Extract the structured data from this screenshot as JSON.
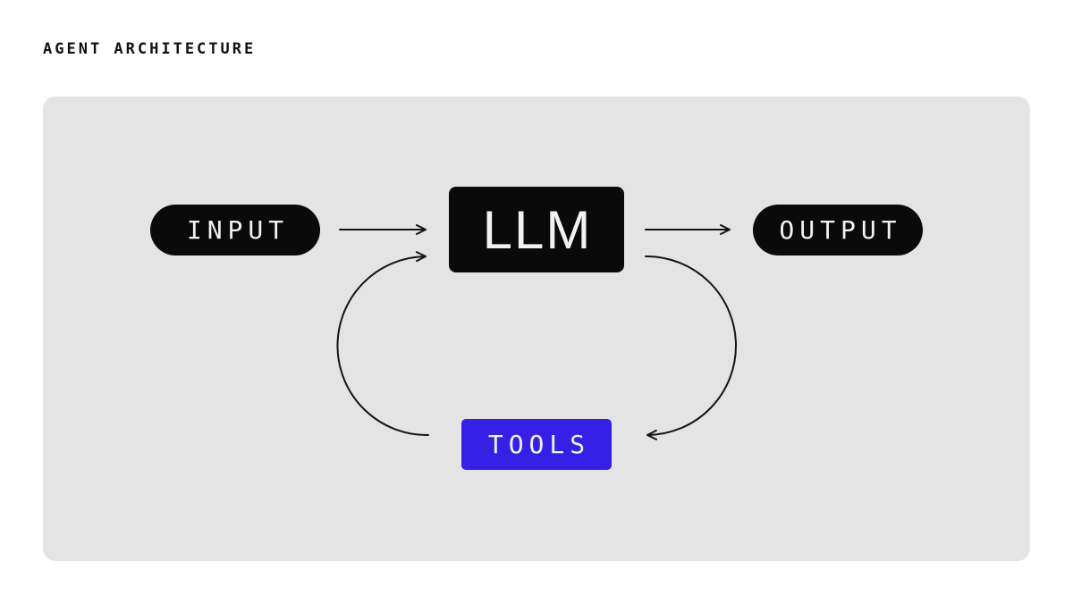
{
  "title": "AGENT ARCHITECTURE",
  "diagram": {
    "nodes": {
      "input": {
        "label": "INPUT",
        "shape": "pill"
      },
      "llm": {
        "label": "LLM",
        "shape": "rect"
      },
      "output": {
        "label": "OUTPUT",
        "shape": "pill"
      },
      "tools": {
        "label": "TOOLS",
        "shape": "rect"
      }
    },
    "edges": [
      {
        "from": "input",
        "to": "llm",
        "style": "straight-arrow"
      },
      {
        "from": "llm",
        "to": "output",
        "style": "straight-arrow"
      },
      {
        "from": "tools",
        "to": "llm",
        "style": "curved-arrow"
      },
      {
        "from": "llm",
        "to": "tools",
        "style": "curved-arrow"
      }
    ],
    "colors": {
      "panel": "#e4e4e4",
      "node": "#0a0a0a",
      "node-text": "#f2f2f2",
      "accent": "#3620e8",
      "arrow": "#141414"
    }
  }
}
